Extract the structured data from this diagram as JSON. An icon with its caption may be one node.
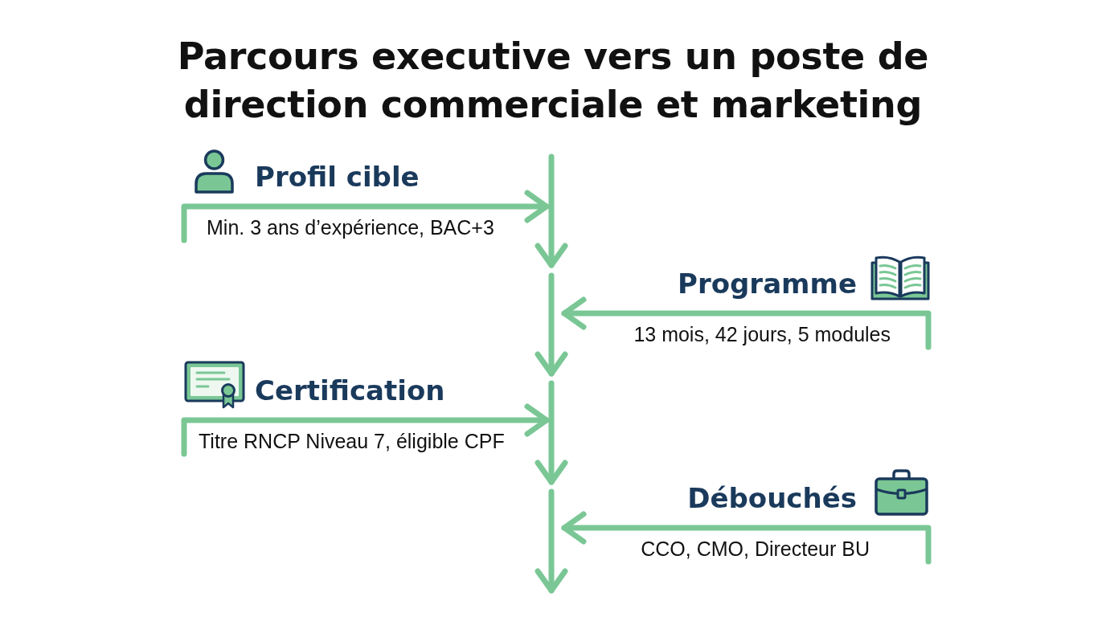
{
  "diagram": {
    "title": "Parcours executive vers un poste de direction commerciale et marketing",
    "nodes": [
      {
        "text": [
          "Profil cible",
          "Min. 3 ans d’expérience, BAC+3"
        ]
      },
      {
        "text": [
          "Programme",
          "13 mois, 42 jours, 5 modules"
        ]
      },
      {
        "text": [
          "Certification",
          "Titre RNCP Niveau 7, éligible CPF"
        ]
      },
      {
        "text": [
          "Débouchés",
          "CCO, CMO, Directeur BU"
        ]
      }
    ],
    "edges": [
      {
        "from": 0,
        "to": null,
        "arrow": "to"
      },
      {
        "from": 1,
        "to": null,
        "arrow": "to"
      },
      {
        "from": 2,
        "to": null,
        "arrow": "to"
      },
      {
        "from": 3,
        "to": null,
        "arrow": "to"
      }
    ]
  }
}
